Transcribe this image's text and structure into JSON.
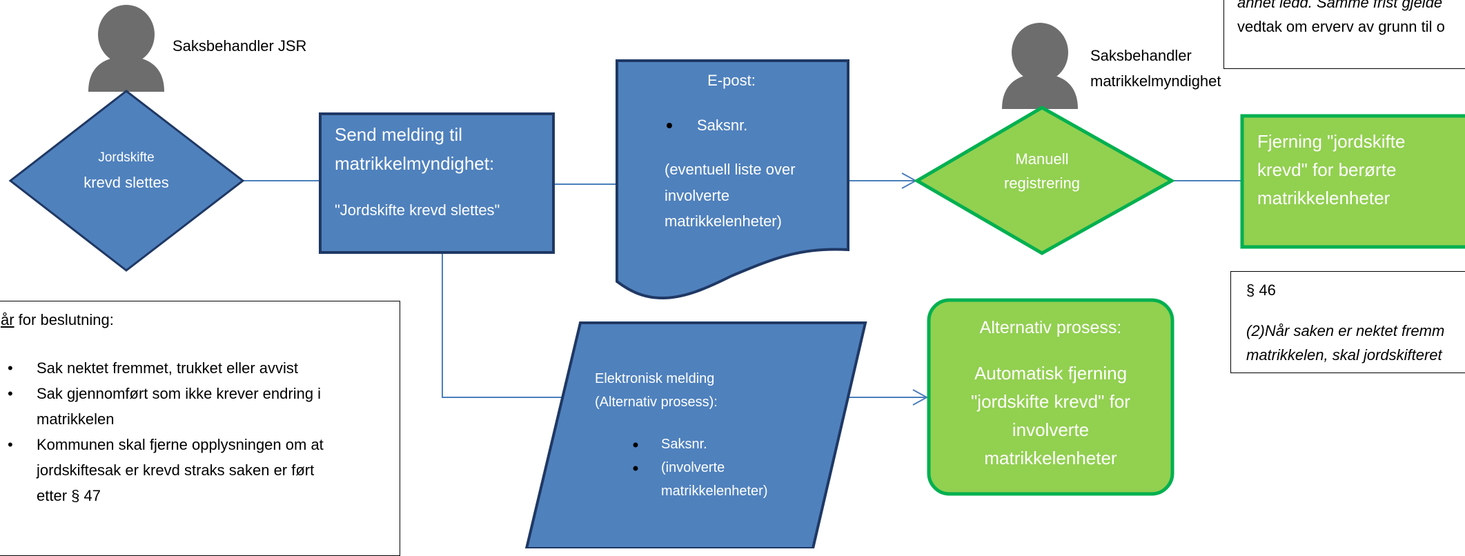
{
  "roles": {
    "jsr": "Saksbehandler JSR",
    "matrikkel_line1": "Saksbehandler",
    "matrikkel_line2": "matrikkelmyndighet"
  },
  "diamond_start": {
    "line1": "Jordskifte",
    "line2": "krevd slettes"
  },
  "send_box": {
    "line1": "Send melding til",
    "line2": "matrikkelmyndighet:",
    "line3": "\"Jordskifte krevd slettes\""
  },
  "email_doc": {
    "title": "E-post:",
    "bullet": "Saksnr.",
    "line1": "(eventuell liste over",
    "line2": "involverte",
    "line3": "matrikkelenheter)"
  },
  "manual_diamond": {
    "line1": "Manuell",
    "line2": "registrering"
  },
  "removal_box": {
    "line1": "Fjerning \"jordskifte",
    "line2": "krevd\" for berørte",
    "line3": "matrikkelenheter"
  },
  "electronic_msg": {
    "line1": "Elektronisk melding",
    "line2": "(Alternativ prosess):",
    "bullet1": "Saksnr.",
    "bullet2_line1": "(involverte",
    "bullet2_line2": "matrikkelenheter)"
  },
  "alt_process": {
    "title": "Alternativ prosess:",
    "line1": "Automatisk fjerning",
    "line2": "\"jordskifte krevd\" for",
    "line3": "involverte",
    "line4": "matrikkelenheter"
  },
  "left_note": {
    "heading_underlined": "år",
    "heading_rest": " for beslutning:",
    "item1": "Sak nektet fremmet, trukket eller avvist",
    "item2_line1": "Sak gjennomført som ikke krever endring i",
    "item2_line2": "matrikkelen",
    "item3_line1": "Kommunen skal fjerne opplysningen om at",
    "item3_line2": "jordskiftesak er krevd straks saken er ført",
    "item3_line3": "etter § 47"
  },
  "top_right_note": {
    "line1": "annet ledd. Samme frist gjelde",
    "line2": "vedtak om erverv av grunn til o"
  },
  "law_note": {
    "title": "§ 46",
    "line1": "(2)Når saken er nektet fremm",
    "line2": "matrikkelen, skal jordskifteret"
  },
  "colors": {
    "blue_fill": "#4f81bd",
    "blue_border": "#1f3864",
    "green_fill": "#92d050",
    "green_border": "#00b050",
    "connector": "#4a7ebb",
    "person": "#6d6d6d"
  }
}
